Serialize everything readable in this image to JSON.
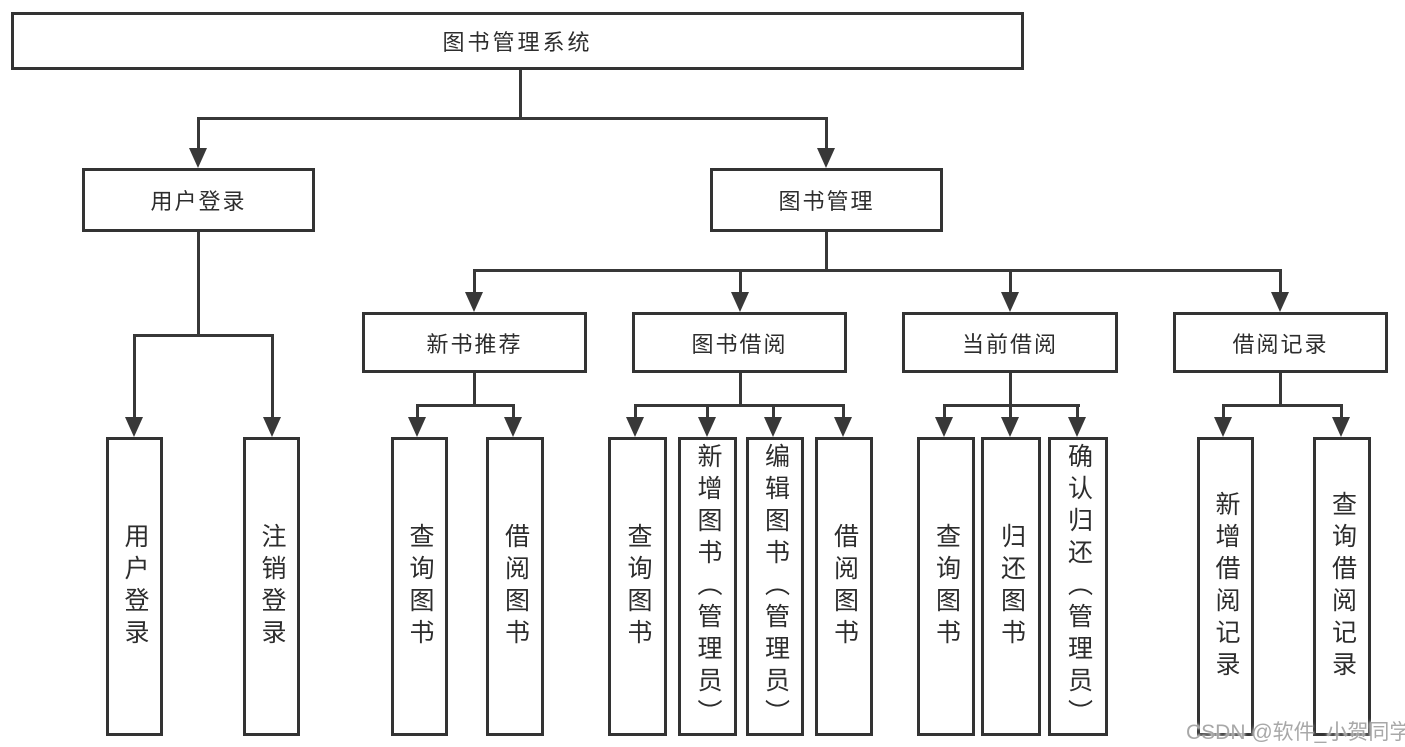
{
  "diagram": {
    "kind": "functional-structure-tree",
    "colors": {
      "line": "#383838",
      "border": "#333333",
      "text": "#2d2d2d",
      "background": "#ffffff",
      "watermark": "#9e9e9e"
    },
    "tree": {
      "label": "图书管理系统",
      "children": [
        {
          "label": "用户登录",
          "children": [
            {
              "label": "用户登录"
            },
            {
              "label": "注销登录"
            }
          ]
        },
        {
          "label": "图书管理",
          "children": [
            {
              "label": "新书推荐",
              "children": [
                {
                  "label": "查询图书"
                },
                {
                  "label": "借阅图书"
                }
              ]
            },
            {
              "label": "图书借阅",
              "children": [
                {
                  "label": "查询图书"
                },
                {
                  "label": "新增图书（管理员）"
                },
                {
                  "label": "编辑图书（管理员）"
                },
                {
                  "label": "借阅图书"
                }
              ]
            },
            {
              "label": "当前借阅",
              "children": [
                {
                  "label": "查询图书"
                },
                {
                  "label": "归还图书"
                },
                {
                  "label": "确认归还（管理员）"
                }
              ]
            },
            {
              "label": "借阅记录",
              "children": [
                {
                  "label": "新增借阅记录"
                },
                {
                  "label": "查询借阅记录"
                }
              ]
            }
          ]
        }
      ]
    },
    "watermark": {
      "text": "CSDN @软件_小贺同学"
    }
  }
}
